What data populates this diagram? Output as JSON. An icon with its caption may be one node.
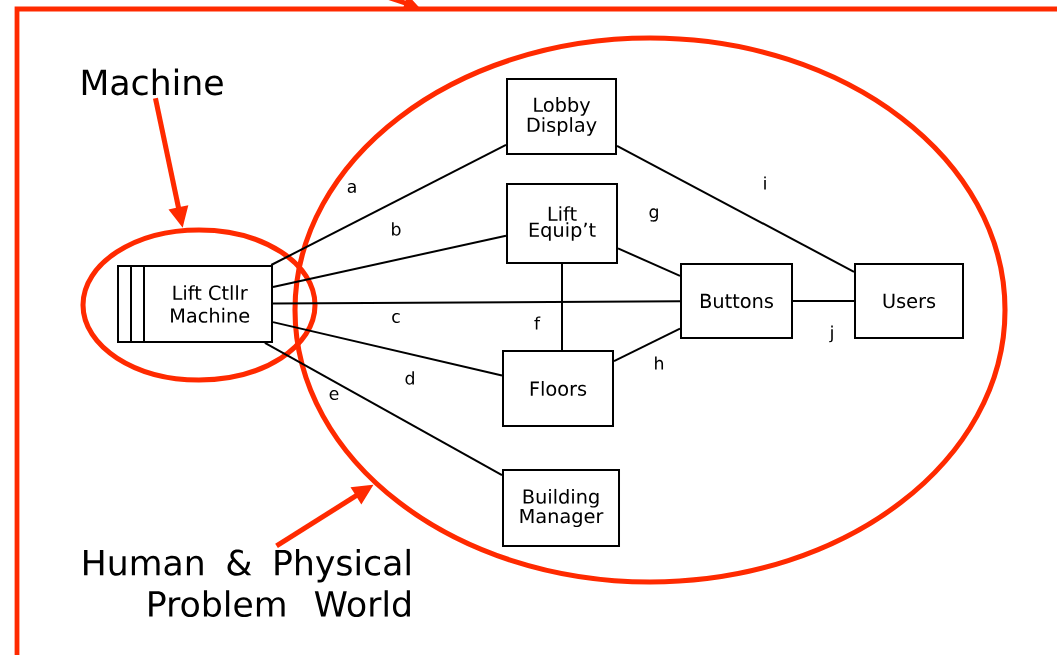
{
  "diagram": {
    "nodes": [
      {
        "text": [
          "Machine"
        ]
      },
      {
        "text": [],
        "shape": "ellipse"
      },
      {
        "text": [
          "Lift Ctllr Machine"
        ],
        "in": 1
      },
      {
        "text": [],
        "shape": "ellipse"
      },
      {
        "text": [
          "Lobby Display"
        ],
        "in": 3
      },
      {
        "text": [
          "Lift Equip’t"
        ],
        "in": 3
      },
      {
        "text": [
          "Buttons"
        ],
        "in": 3
      },
      {
        "text": [
          "Floors"
        ],
        "in": 3
      },
      {
        "text": [
          "Building Manager"
        ],
        "in": 3
      },
      {
        "text": [
          "Users"
        ],
        "in": 3
      },
      {
        "text": [
          "Human & Physical Problem World"
        ]
      }
    ],
    "edges": [
      {
        "from": 0,
        "to": 1,
        "arrow": "to",
        "style": "thick",
        "color": "#ff2a00"
      },
      {
        "from": 10,
        "to": 3,
        "arrow": "to",
        "style": "thick",
        "color": "#ff2a00"
      },
      {
        "from": 2,
        "to": 4,
        "arrow": "none",
        "label": "a"
      },
      {
        "from": 2,
        "to": 5,
        "arrow": "none",
        "label": "b"
      },
      {
        "from": 2,
        "to": 6,
        "arrow": "none",
        "label": "c"
      },
      {
        "from": 2,
        "to": 7,
        "arrow": "none",
        "label": "d"
      },
      {
        "from": 2,
        "to": 8,
        "arrow": "none",
        "label": "e"
      },
      {
        "from": 5,
        "to": 7,
        "arrow": "none",
        "label": "f"
      },
      {
        "from": 5,
        "to": 6,
        "arrow": "none",
        "label": "g"
      },
      {
        "from": 7,
        "to": 6,
        "arrow": "none",
        "label": "h"
      },
      {
        "from": 4,
        "to": 9,
        "arrow": "none",
        "label": "i"
      },
      {
        "from": 6,
        "to": 9,
        "arrow": "none",
        "label": "j"
      }
    ]
  }
}
